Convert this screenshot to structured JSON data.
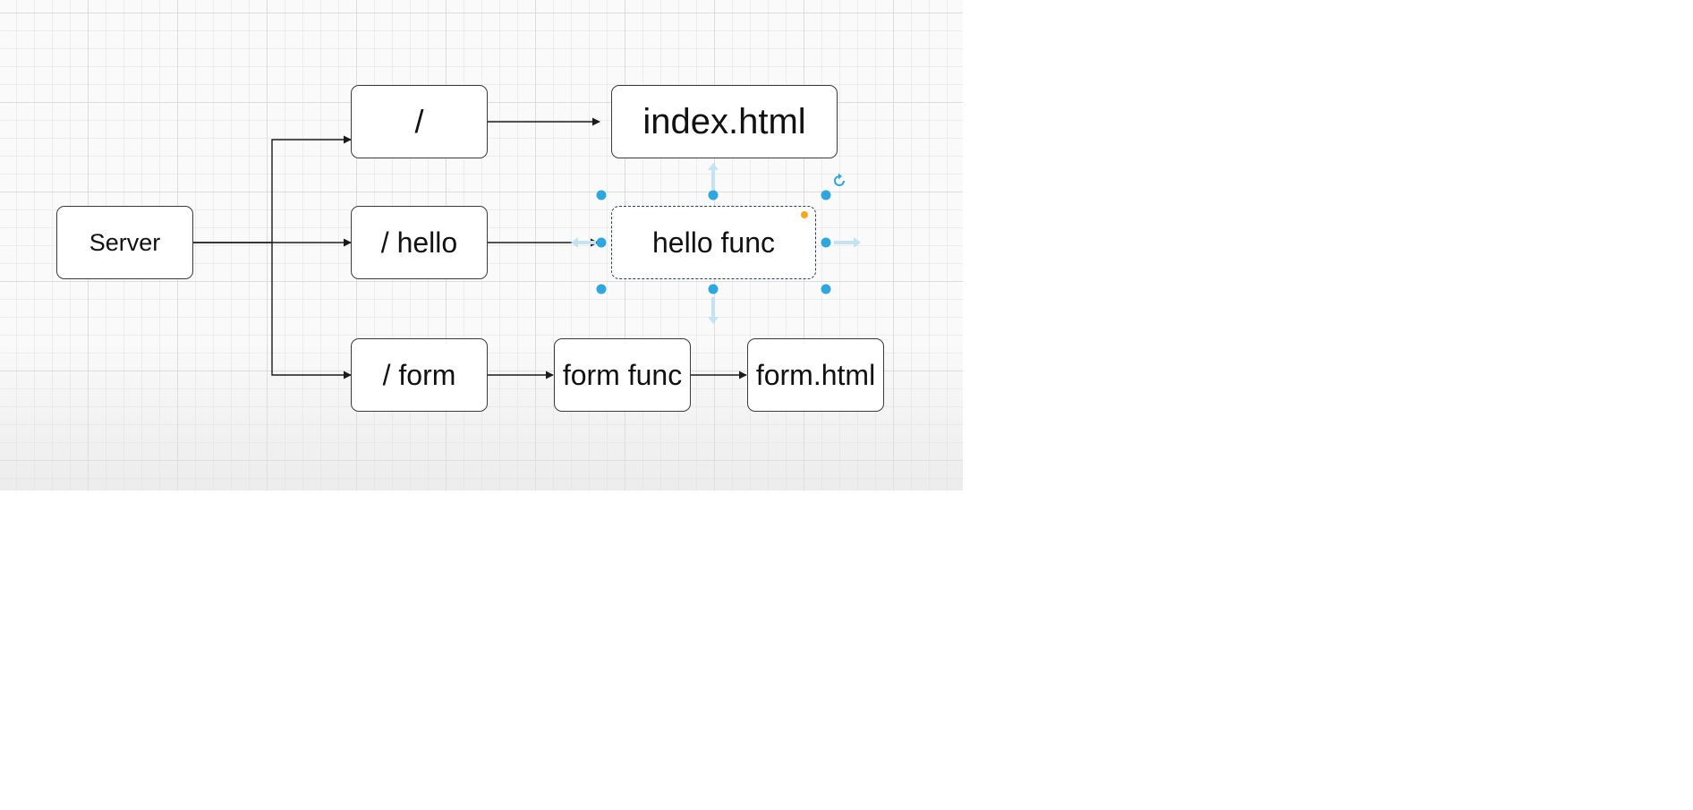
{
  "diagram": {
    "nodes": {
      "server": "Server",
      "root_route": "/",
      "index_html": "index.html",
      "hello_route": "/ hello",
      "hello_func": "hello func",
      "form_route": "/ form",
      "form_func": "form func",
      "form_html": "form.html"
    },
    "edges": [
      {
        "from": "server",
        "to": "root_route"
      },
      {
        "from": "server",
        "to": "hello_route"
      },
      {
        "from": "server",
        "to": "form_route"
      },
      {
        "from": "root_route",
        "to": "index_html"
      },
      {
        "from": "hello_route",
        "to": "hello_func"
      },
      {
        "from": "form_route",
        "to": "form_func"
      },
      {
        "from": "form_func",
        "to": "form_html"
      }
    ],
    "selected_node": "hello_func"
  },
  "colors": {
    "node_border": "#3a3a3a",
    "edge": "#1a1a1a",
    "selection_handle": "#2ea6de",
    "edit_marker": "#f5a623"
  },
  "icons": {
    "rotate": "rotate-icon",
    "expand_arrows": "arrow-hint-icon"
  }
}
